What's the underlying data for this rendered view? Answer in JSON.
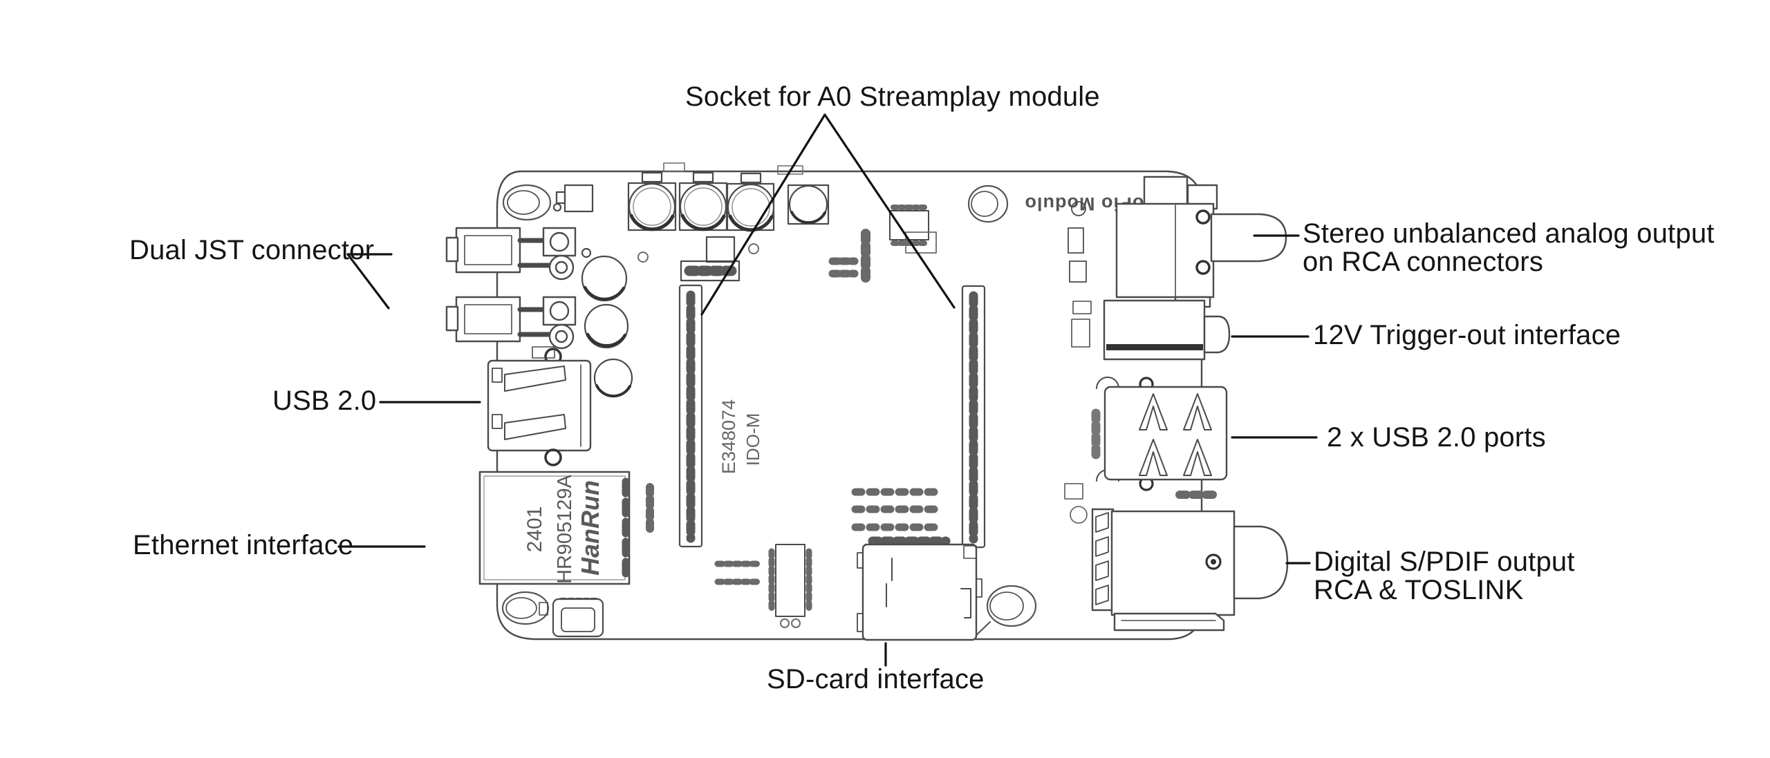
{
  "diagram": {
    "type": "pcb-callout-diagram",
    "callouts": {
      "socket": {
        "text": "Socket for A0 Streamplay module"
      },
      "dual_jst": {
        "text": "Dual JST connector"
      },
      "usb": {
        "text": "USB 2.0"
      },
      "ethernet": {
        "text": "Ethernet interface"
      },
      "stereo": {
        "line1": "Stereo unbalanced analog output",
        "line2": "on RCA connectors"
      },
      "trigger": {
        "text": "12V Trigger-out interface"
      },
      "usb_ports": {
        "text": "2 x USB 2.0 ports"
      },
      "spdif": {
        "line1": "Digital S/PDIF output",
        "line2": "RCA & TOSLINK"
      },
      "sd_card": {
        "text": "SD-card interface"
      }
    },
    "silkscreen": {
      "brand": "JoPio Modulo",
      "ethernet_vendor": "HanRun",
      "ethernet_model": "HR905129A",
      "ethernet_batch": "2401",
      "cert_code": "E348074",
      "board_code": "IDO-M"
    },
    "colors": {
      "background": "#ffffff",
      "sketch_line": "#4a4a4a",
      "label_text": "#141414",
      "silkscreen_text": "#5a5a5a"
    }
  }
}
